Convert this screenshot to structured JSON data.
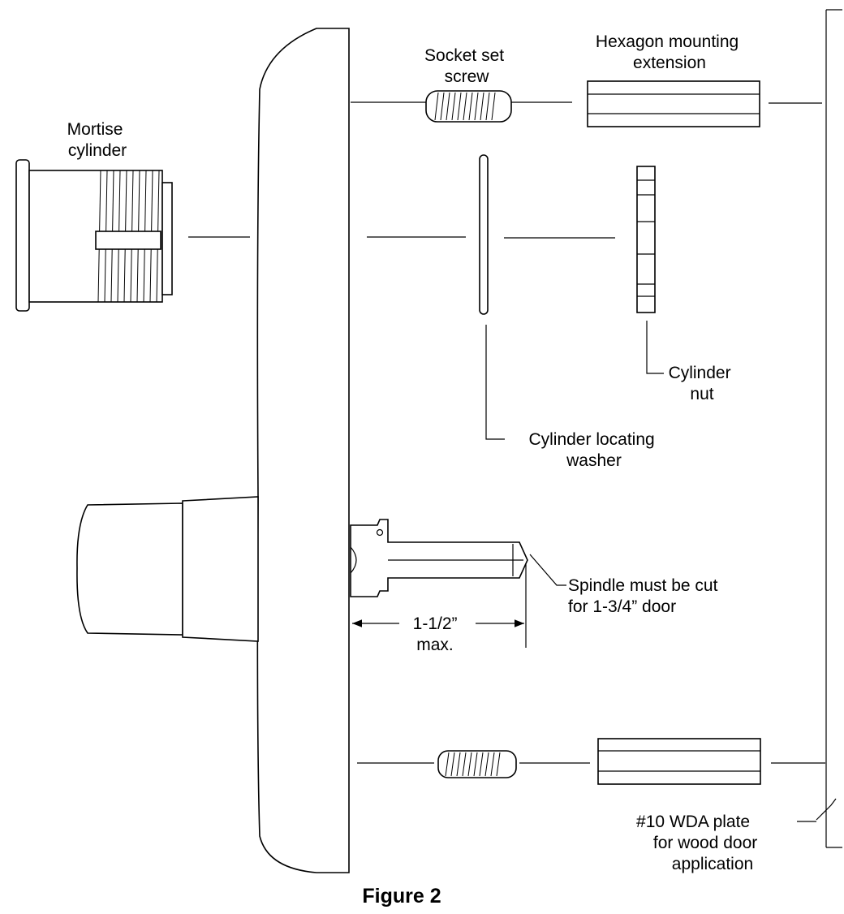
{
  "labels": {
    "mortise_cylinder": [
      "Mortise",
      "cylinder"
    ],
    "socket_set_screw": [
      "Socket set",
      "screw"
    ],
    "hexagon_extension": [
      "Hexagon mounting",
      "extension"
    ],
    "cylinder_nut": [
      "Cylinder",
      "nut"
    ],
    "locating_washer": [
      "Cylinder locating",
      "washer"
    ],
    "spindle_note": [
      "Spindle must be cut",
      "for 1-3/4” door"
    ],
    "dimension": [
      "1-1/2”",
      "max."
    ],
    "wda_plate": [
      "#10 WDA plate",
      "for wood door",
      "application"
    ]
  },
  "caption": "Figure 2"
}
